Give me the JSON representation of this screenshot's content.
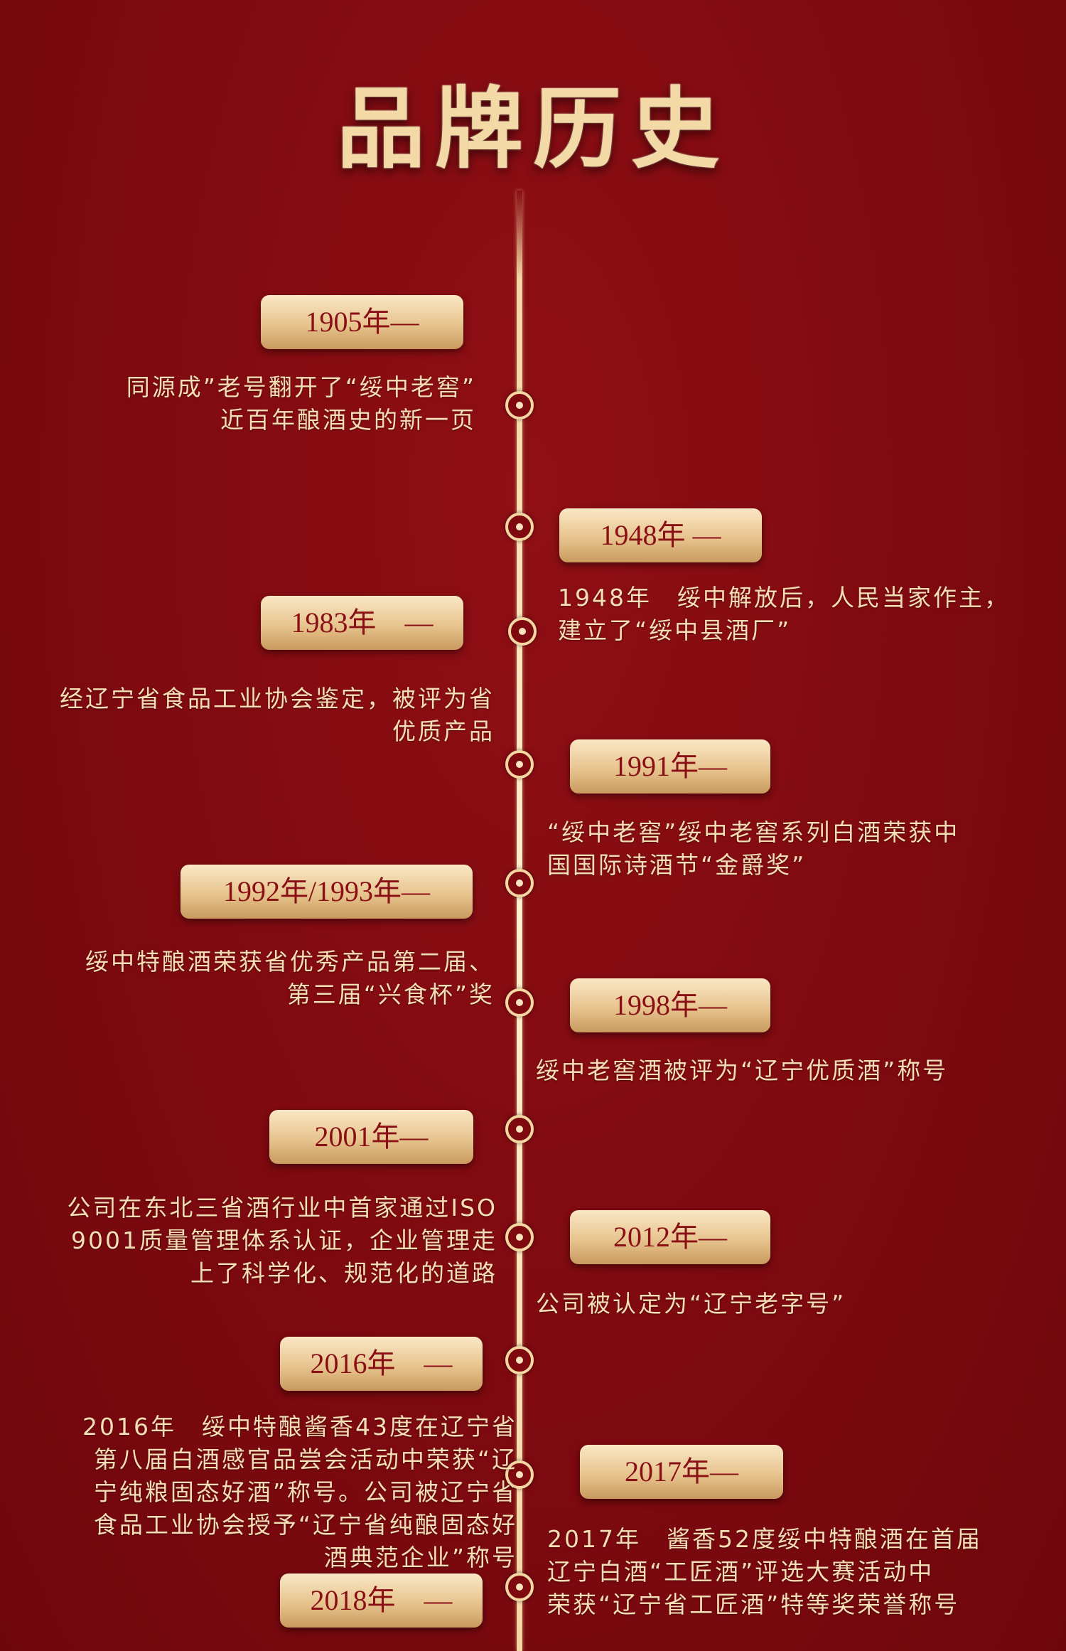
{
  "title": "品牌历史",
  "colors": {
    "background": "#7e0a10",
    "gold": "#f3d6a2",
    "tag_text": "#8a1016",
    "text": "#f5deb5"
  },
  "events": [
    {
      "year": "1905年—",
      "text": "同源成”老号翻开了“绥中老窖”\n近百年酿酒史的新一页"
    },
    {
      "year": "1948年 —",
      "text": "1948年　绥中解放后，人民当家作主，\n建立了“绥中县酒厂”"
    },
    {
      "year": "1983年　—",
      "text": "经辽宁省食品工业协会鉴定，被评为省\n优质产品"
    },
    {
      "year": "1991年—",
      "text": "“绥中老窖”绥中老窖系列白酒荣获中\n国国际诗酒节“金爵奖”"
    },
    {
      "year": "1992年/1993年—",
      "text": "绥中特酿酒荣获省优秀产品第二届、\n第三届“兴食杯”奖"
    },
    {
      "year": "1998年—",
      "text": "绥中老窖酒被评为“辽宁优质酒”称号"
    },
    {
      "year": "2001年—",
      "text": "公司在东北三省酒行业中首家通过ISO\n9001质量管理体系认证，企业管理走\n上了科学化、规范化的道路"
    },
    {
      "year": "2012年—",
      "text": "公司被认定为“辽宁老字号”"
    },
    {
      "year": "2016年　—",
      "text": "2016年　绥中特酿酱香43度在辽宁省\n第八届白酒感官品尝会活动中荣获“辽\n宁纯粮固态好酒”称号。公司被辽宁省\n食品工业协会授予“辽宁省纯酿固态好\n酒典范企业”称号"
    },
    {
      "year": "2017年—",
      "text": "2017年　酱香52度绥中特酿酒在首届\n辽宁白酒“工匠酒”评选大赛活动中\n荣获“辽宁省工匠酒”特等奖荣誉称号"
    },
    {
      "year": "2018年　—",
      "text": ""
    }
  ]
}
